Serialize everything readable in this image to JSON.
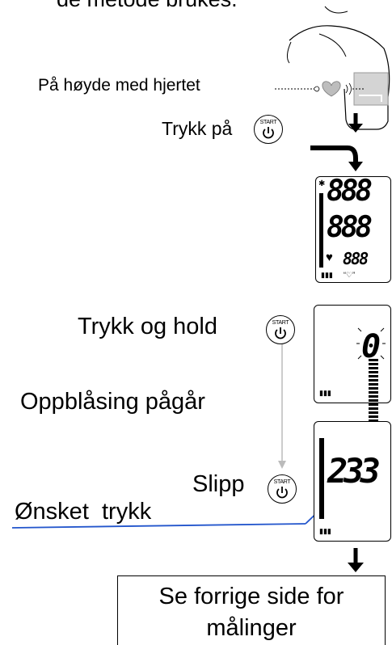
{
  "header_text": "de metode brukes.",
  "labels": {
    "heart_level": "På høyde med hjertet",
    "press_start": "Trykk på",
    "press_hold": "Trykk og hold",
    "inflating": "Oppblåsing pågår",
    "release": "Slipp",
    "desired_pressure": "Ønsket  trykk"
  },
  "button": {
    "label": "START"
  },
  "display1": {
    "row1": "888",
    "row2": "888",
    "row3": "888"
  },
  "display2": {
    "value": "0"
  },
  "display3": {
    "value": "233"
  },
  "footer": {
    "line1": "Se forrige side for",
    "line2": "målinger"
  },
  "colors": {
    "pointer_line": "#2255cc",
    "gray_arrow": "#bbbbbb"
  }
}
